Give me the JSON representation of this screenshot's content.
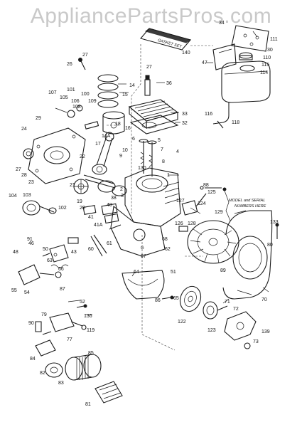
{
  "watermark": "AppliancePartsPros.com",
  "gasket_set_label": "GASKET SET",
  "serial_note_line1": "MODEL and SERIAL",
  "serial_note_line2": "NUMBERS HERE",
  "callouts": [
    {
      "key": "c_1",
      "text": "1"
    },
    {
      "key": "c_2",
      "text": "2"
    },
    {
      "key": "c_3",
      "text": "3"
    },
    {
      "key": "c_4",
      "text": "4"
    },
    {
      "key": "c_5",
      "text": "5"
    },
    {
      "key": "c_6",
      "text": "6"
    },
    {
      "key": "c_7",
      "text": "7"
    },
    {
      "key": "c_8",
      "text": "8"
    },
    {
      "key": "c_9",
      "text": "9"
    },
    {
      "key": "c_10",
      "text": "10"
    },
    {
      "key": "c_14",
      "text": "14"
    },
    {
      "key": "c_14a",
      "text": "14A"
    },
    {
      "key": "c_15",
      "text": "15"
    },
    {
      "key": "c_16",
      "text": "16"
    },
    {
      "key": "c_17",
      "text": "17"
    },
    {
      "key": "c_18",
      "text": "18"
    },
    {
      "key": "c_19",
      "text": "19"
    },
    {
      "key": "c_20",
      "text": "20"
    },
    {
      "key": "c_21",
      "text": "21"
    },
    {
      "key": "c_22",
      "text": "22"
    },
    {
      "key": "c_23",
      "text": "23"
    },
    {
      "key": "c_24",
      "text": "24"
    },
    {
      "key": "c_26",
      "text": "26"
    },
    {
      "key": "c_27a",
      "text": "27"
    },
    {
      "key": "c_27b",
      "text": "27"
    },
    {
      "key": "c_27c",
      "text": "27"
    },
    {
      "key": "c_28",
      "text": "28"
    },
    {
      "key": "c_29",
      "text": "29"
    },
    {
      "key": "c_30",
      "text": "30"
    },
    {
      "key": "c_32",
      "text": "32"
    },
    {
      "key": "c_33",
      "text": "33"
    },
    {
      "key": "c_34",
      "text": "34"
    },
    {
      "key": "c_36",
      "text": "36"
    },
    {
      "key": "c_38",
      "text": "38"
    },
    {
      "key": "c_40",
      "text": "40"
    },
    {
      "key": "c_41",
      "text": "41"
    },
    {
      "key": "c_41a",
      "text": "41A"
    },
    {
      "key": "c_43",
      "text": "43"
    },
    {
      "key": "c_46",
      "text": "46"
    },
    {
      "key": "c_47",
      "text": "47"
    },
    {
      "key": "c_48",
      "text": "48"
    },
    {
      "key": "c_50",
      "text": "50"
    },
    {
      "key": "c_51",
      "text": "51"
    },
    {
      "key": "c_52",
      "text": "52"
    },
    {
      "key": "c_54",
      "text": "54"
    },
    {
      "key": "c_55",
      "text": "55"
    },
    {
      "key": "c_60",
      "text": "60"
    },
    {
      "key": "c_61",
      "text": "61"
    },
    {
      "key": "c_62",
      "text": "62"
    },
    {
      "key": "c_63",
      "text": "63"
    },
    {
      "key": "c_64",
      "text": "64"
    },
    {
      "key": "c_65",
      "text": "65"
    },
    {
      "key": "c_66",
      "text": "66"
    },
    {
      "key": "c_67",
      "text": "67"
    },
    {
      "key": "c_68",
      "text": "68"
    },
    {
      "key": "c_70",
      "text": "70"
    },
    {
      "key": "c_71",
      "text": "71"
    },
    {
      "key": "c_72",
      "text": "72"
    },
    {
      "key": "c_73",
      "text": "73"
    },
    {
      "key": "c_77",
      "text": "77"
    },
    {
      "key": "c_79",
      "text": "79"
    },
    {
      "key": "c_80",
      "text": "80"
    },
    {
      "key": "c_81",
      "text": "81"
    },
    {
      "key": "c_82",
      "text": "82"
    },
    {
      "key": "c_83",
      "text": "83"
    },
    {
      "key": "c_84",
      "text": "84"
    },
    {
      "key": "c_85",
      "text": "85"
    },
    {
      "key": "c_86",
      "text": "86"
    },
    {
      "key": "c_87",
      "text": "87"
    },
    {
      "key": "c_88",
      "text": "88"
    },
    {
      "key": "c_89",
      "text": "89"
    },
    {
      "key": "c_90",
      "text": "90"
    },
    {
      "key": "c_91",
      "text": "91"
    },
    {
      "key": "c_100",
      "text": "100"
    },
    {
      "key": "c_101",
      "text": "101"
    },
    {
      "key": "c_102",
      "text": "102"
    },
    {
      "key": "c_103",
      "text": "103"
    },
    {
      "key": "c_104",
      "text": "104"
    },
    {
      "key": "c_105",
      "text": "105"
    },
    {
      "key": "c_106",
      "text": "106"
    },
    {
      "key": "c_107",
      "text": "107"
    },
    {
      "key": "c_108",
      "text": "108"
    },
    {
      "key": "c_109",
      "text": "109"
    },
    {
      "key": "c_110",
      "text": "110"
    },
    {
      "key": "c_111",
      "text": "111"
    },
    {
      "key": "c_114",
      "text": "114"
    },
    {
      "key": "c_115",
      "text": "115"
    },
    {
      "key": "c_116",
      "text": "116"
    },
    {
      "key": "c_118",
      "text": "118"
    },
    {
      "key": "c_119",
      "text": "119"
    },
    {
      "key": "c_122",
      "text": "122"
    },
    {
      "key": "c_123",
      "text": "123"
    },
    {
      "key": "c_124",
      "text": "124"
    },
    {
      "key": "c_125",
      "text": "125"
    },
    {
      "key": "c_126",
      "text": "126"
    },
    {
      "key": "c_127",
      "text": "127"
    },
    {
      "key": "c_128",
      "text": "128"
    },
    {
      "key": "c_129",
      "text": "129"
    },
    {
      "key": "c_130",
      "text": "130"
    },
    {
      "key": "c_133",
      "text": "133"
    },
    {
      "key": "c_136",
      "text": "136"
    },
    {
      "key": "c_139",
      "text": "139"
    },
    {
      "key": "c_140",
      "text": "140"
    }
  ]
}
